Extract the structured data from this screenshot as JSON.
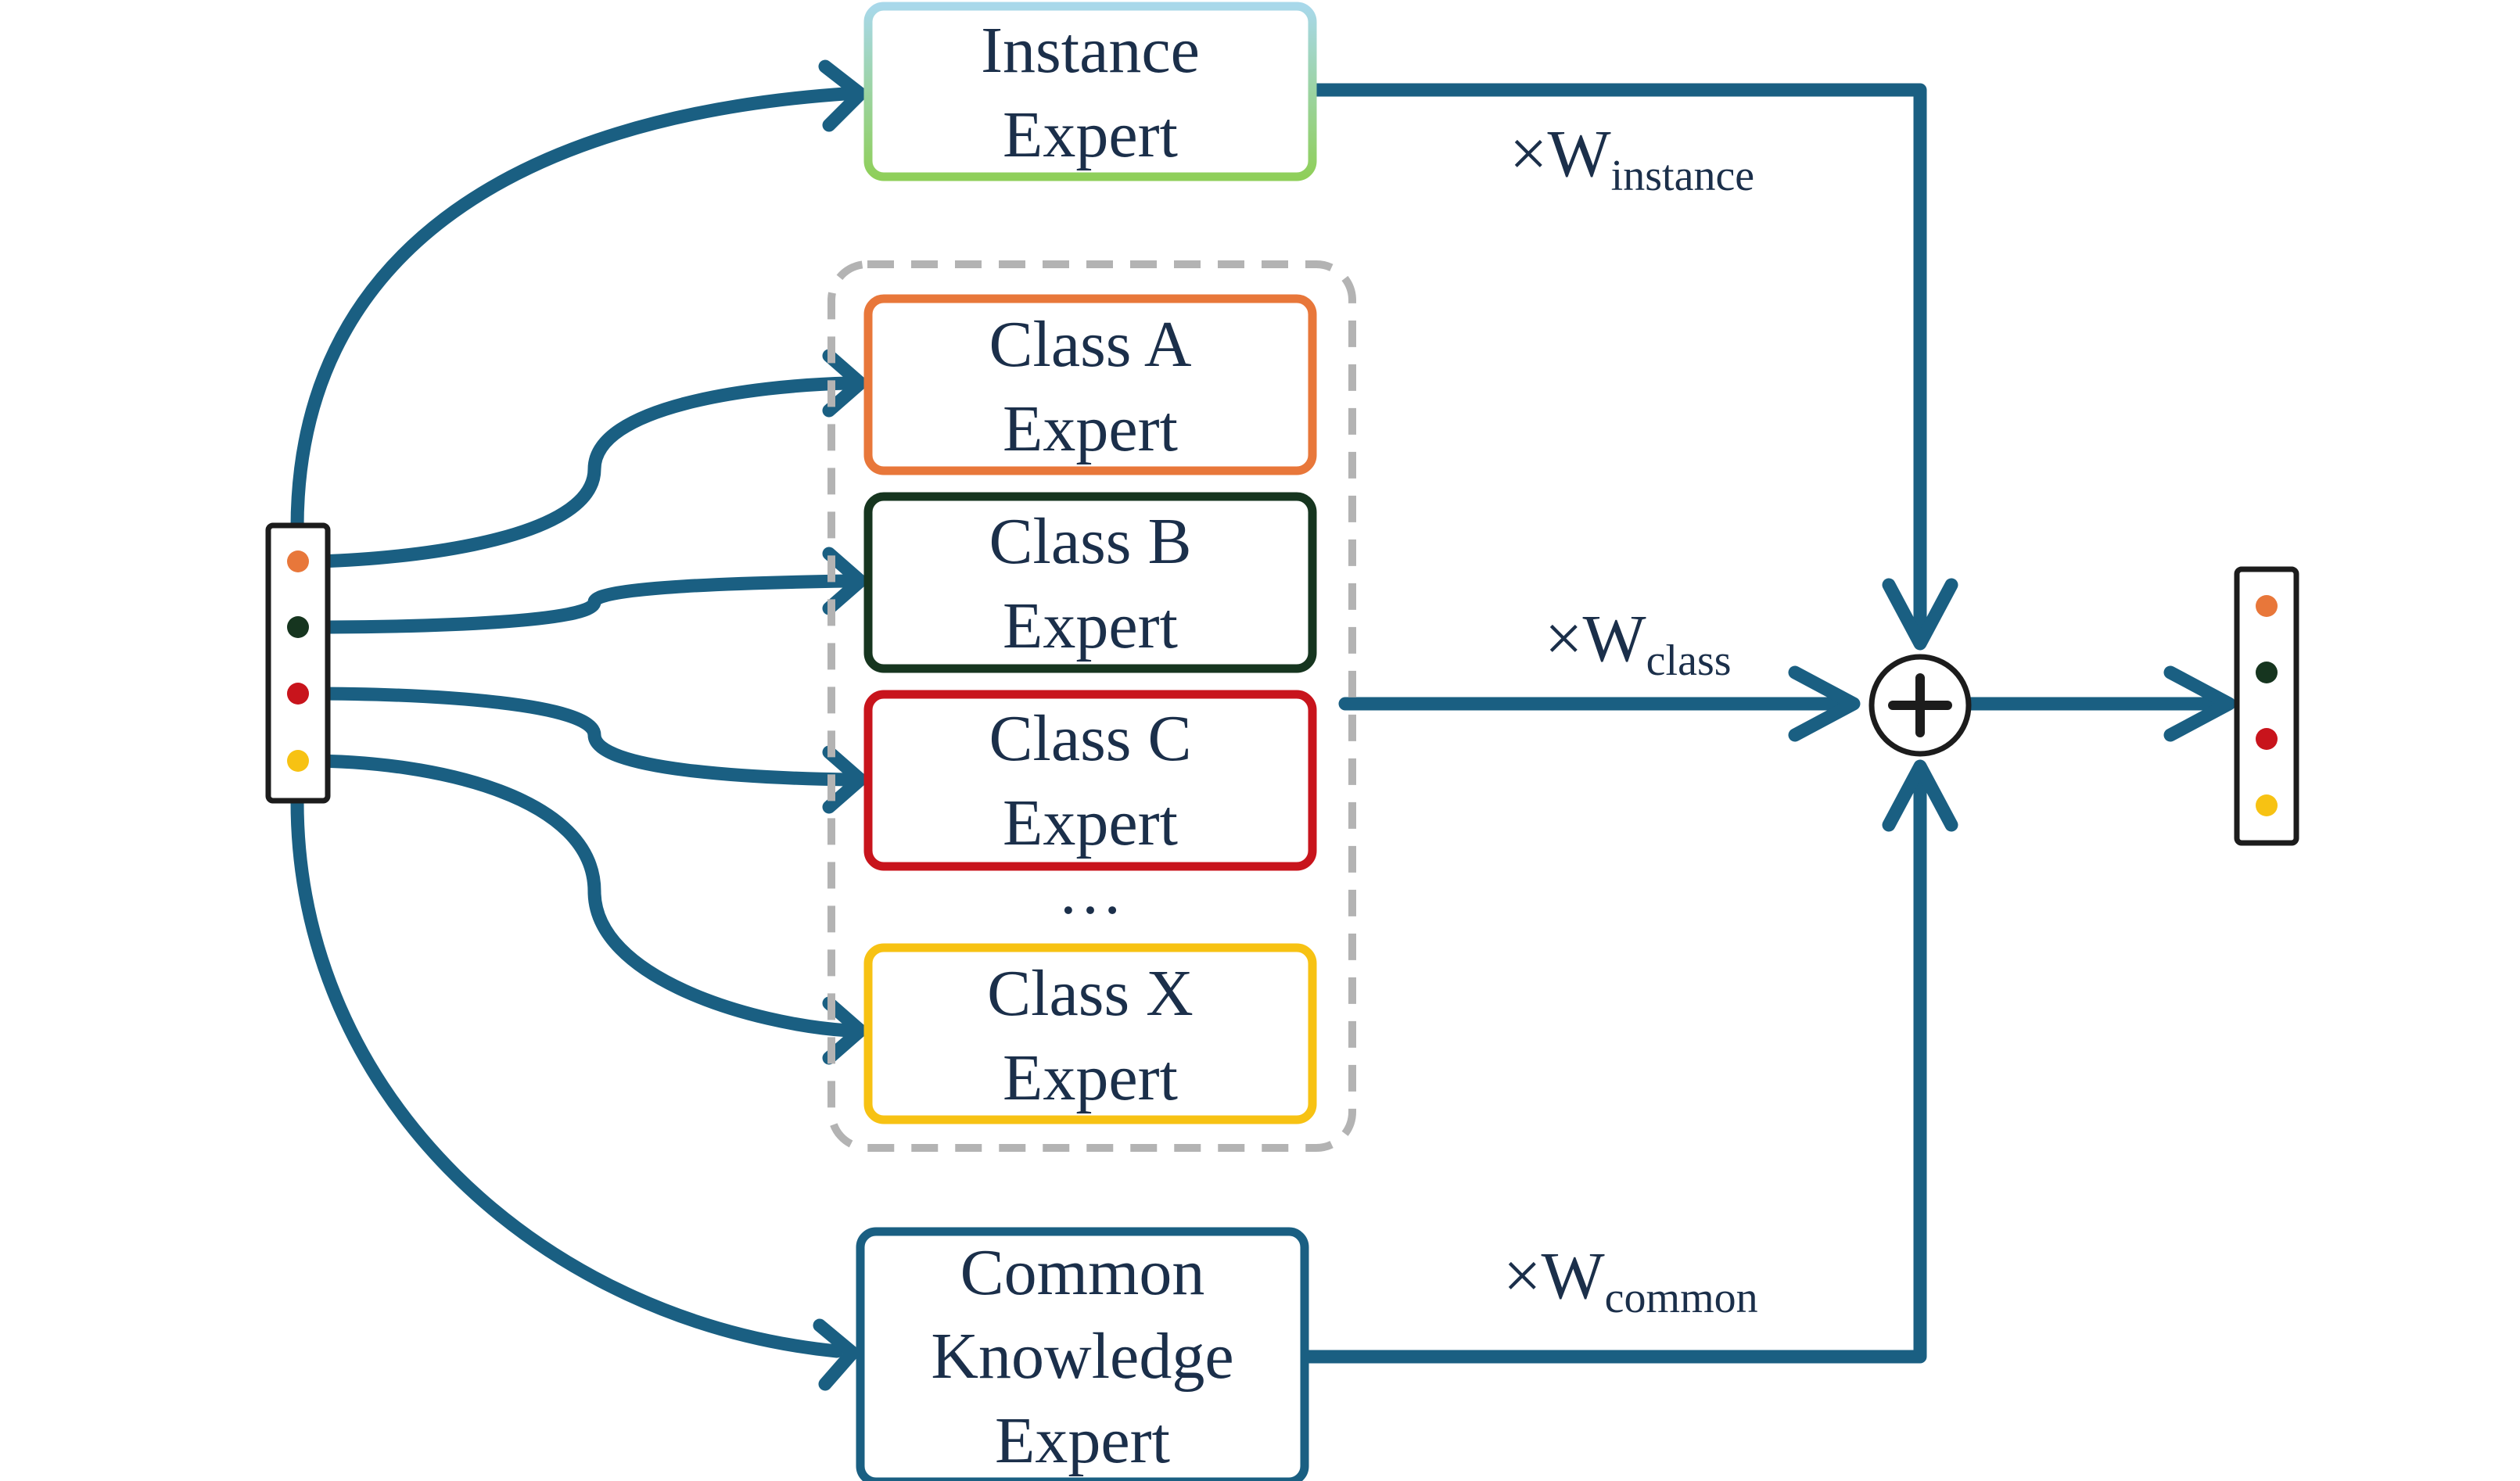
{
  "experts": {
    "instance": {
      "line1": "Instance",
      "line2": "Expert"
    },
    "class_a": {
      "line1": "Class A",
      "line2": "Expert"
    },
    "class_b": {
      "line1": "Class B",
      "line2": "Expert"
    },
    "class_c": {
      "line1": "Class C",
      "line2": "Expert"
    },
    "ellipsis": "…",
    "class_x": {
      "line1": "Class X",
      "line2": "Expert"
    },
    "common": {
      "line1": "Common",
      "line2": "Knowledge",
      "line3": "Expert"
    }
  },
  "weights": {
    "instance": {
      "prefix": "×W",
      "sub": "instance"
    },
    "class": {
      "prefix": "×W",
      "sub": "class"
    },
    "common": {
      "prefix": "×W",
      "sub": "common"
    }
  },
  "colors": {
    "arrow": "#1a5f82",
    "class_a": "#e8773a",
    "class_b": "#16351f",
    "class_c": "#c8141c",
    "class_x": "#f7c213",
    "common": "#1a5f82",
    "instance_gradient_top": "#a8d8ea",
    "instance_gradient_bottom": "#8fcf5a",
    "group_border": "#b3b3b3"
  }
}
